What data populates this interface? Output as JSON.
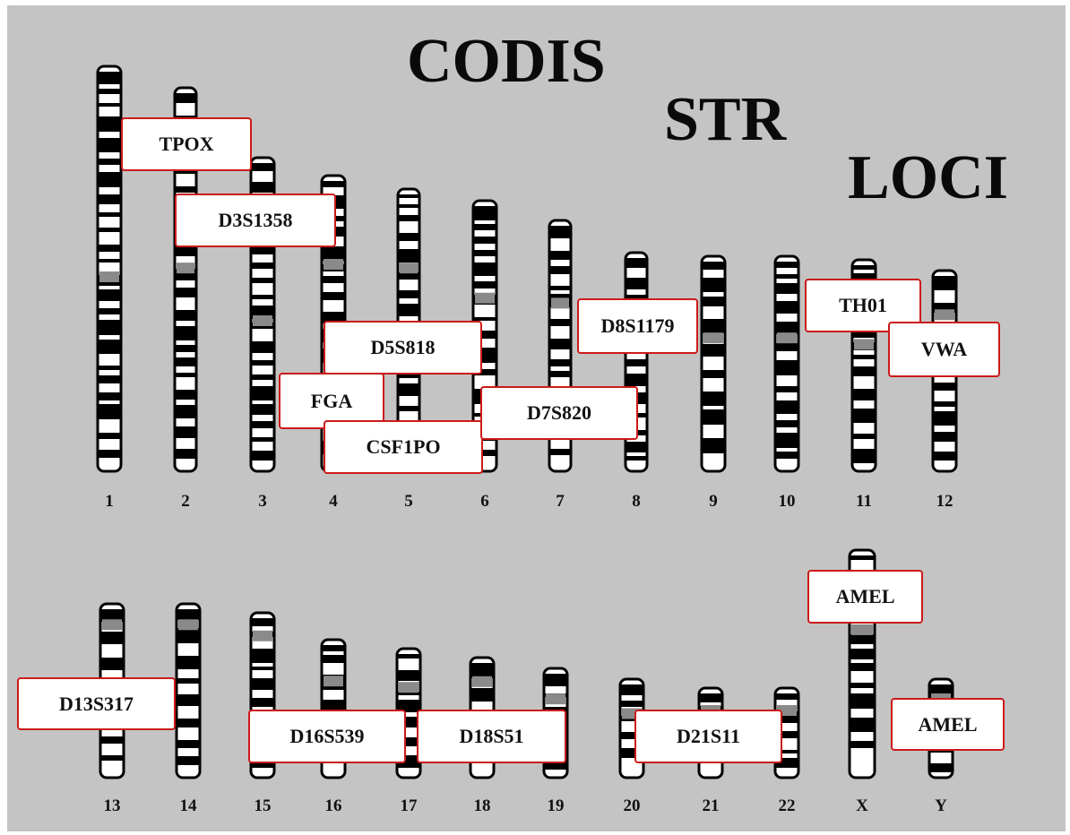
{
  "title": {
    "line1": "CODIS",
    "line2": "STR",
    "line3": "LOCI"
  },
  "chromosomes": [
    "1",
    "2",
    "3",
    "4",
    "5",
    "6",
    "7",
    "8",
    "9",
    "10",
    "11",
    "12",
    "13",
    "14",
    "15",
    "16",
    "17",
    "18",
    "19",
    "20",
    "21",
    "22",
    "X",
    "Y"
  ],
  "loci": [
    "TPOX",
    "D3S1358",
    "D5S818",
    "FGA",
    "CSF1PO",
    "D7S820",
    "D8S1179",
    "TH01",
    "VWA",
    "D13S317",
    "D16S539",
    "D18S51",
    "D21S11",
    "AMEL",
    "AMEL"
  ],
  "colors": {
    "background": "#c4c4c4",
    "label_border": "#cc1a1a",
    "band": "#000000",
    "chromosome": "#ffffff",
    "centromere": "#8a8a8a"
  }
}
